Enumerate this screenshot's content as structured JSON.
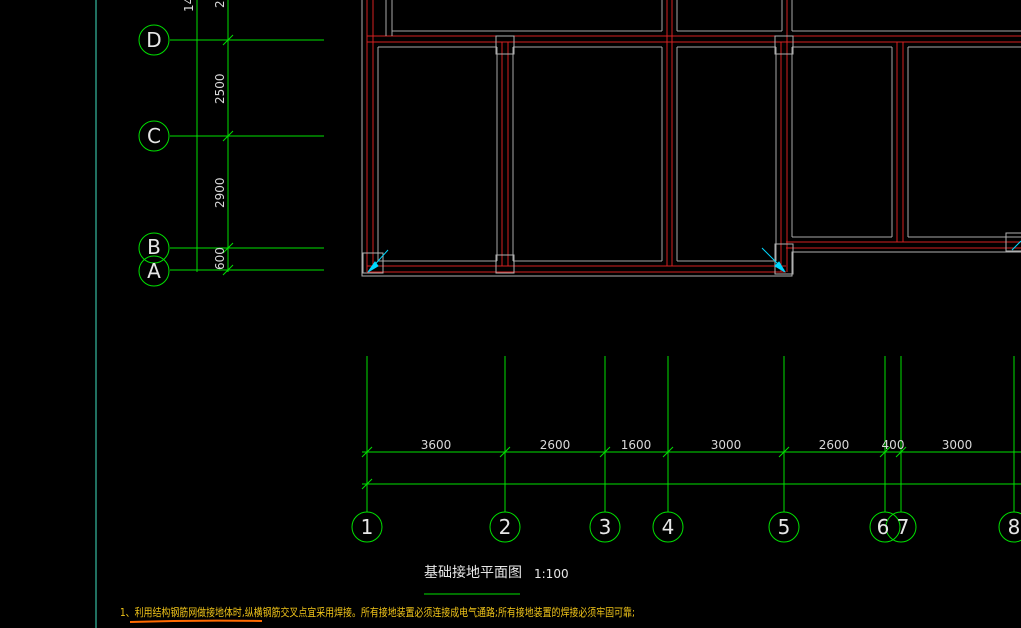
{
  "drawing": {
    "title": "基础接地平面图",
    "scale": "1:100",
    "note": "1、利用结构钢筋网做接地体时,纵横钢筋交叉点宜采用焊接。所有接地装置必须连接成电气通路;所有接地装置的焊接必须牢固可靠;"
  },
  "grid_rows": [
    {
      "label": "D"
    },
    {
      "label": "C"
    },
    {
      "label": "B"
    },
    {
      "label": "A"
    }
  ],
  "row_dims": {
    "top_partial": "14",
    "top_partial2": "2",
    "d_c": "2500",
    "c_b": "2900",
    "b_a": "600"
  },
  "grid_cols": [
    {
      "label": "1"
    },
    {
      "label": "2"
    },
    {
      "label": "3"
    },
    {
      "label": "4"
    },
    {
      "label": "5"
    },
    {
      "label": "6"
    },
    {
      "label": "7"
    },
    {
      "label": "8"
    }
  ],
  "col_dims": [
    "3600",
    "2600",
    "1600",
    "3000",
    "2600",
    "400",
    "3000"
  ],
  "colors": {
    "grid": "#00e000",
    "beam_red": "#d42020",
    "beam_gray": "#b0b0b0",
    "grounding": "#00d8ff",
    "note": "#f0c419",
    "underline": "#ff6a00"
  }
}
